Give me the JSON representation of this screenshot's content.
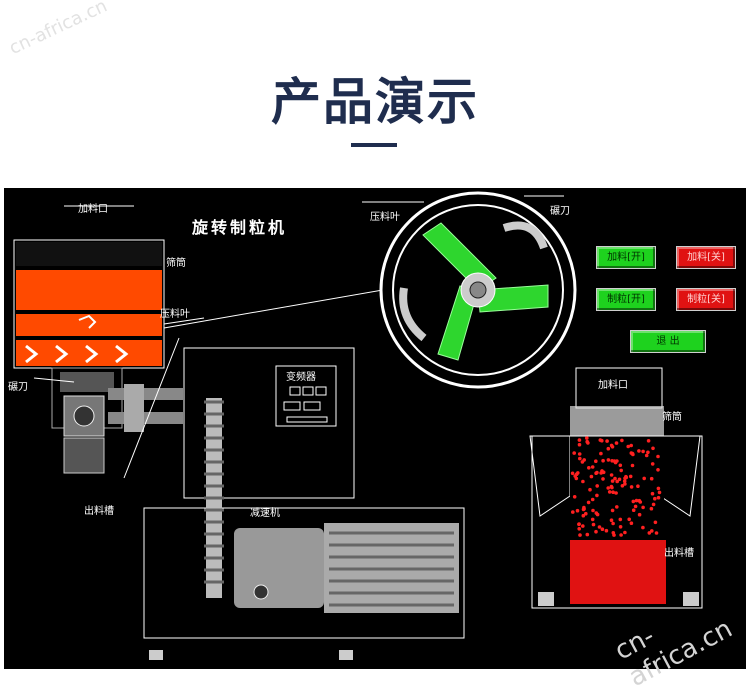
{
  "page_title": "产品演示",
  "watermarks": [
    "cn-africa.cn",
    "cn-africa.cn"
  ],
  "diagram": {
    "title": "旋转制粒机",
    "labels": {
      "feed_inlet": "加料口",
      "screen_cylinder": "筛筒",
      "press_blade": "压料叶",
      "roller_knife": "碾刀",
      "discharge_chute": "出料槽",
      "inverter": "变频器",
      "reducer": "减速机",
      "detail_press_blade": "压料叶",
      "detail_roller_knife": "碾刀",
      "right_feed_inlet": "加料口",
      "right_screen": "筛筒",
      "right_discharge": "出料槽"
    }
  },
  "controls": {
    "feed_on": "加料[开]",
    "feed_off": "加料[关]",
    "granulate_on": "制粒[开]",
    "granulate_off": "制粒[关]",
    "exit": "退 出"
  },
  "colors": {
    "on": "#1ed21e",
    "off": "#e01212",
    "screen_bg": "#000000",
    "title": "#1f2d4e"
  }
}
